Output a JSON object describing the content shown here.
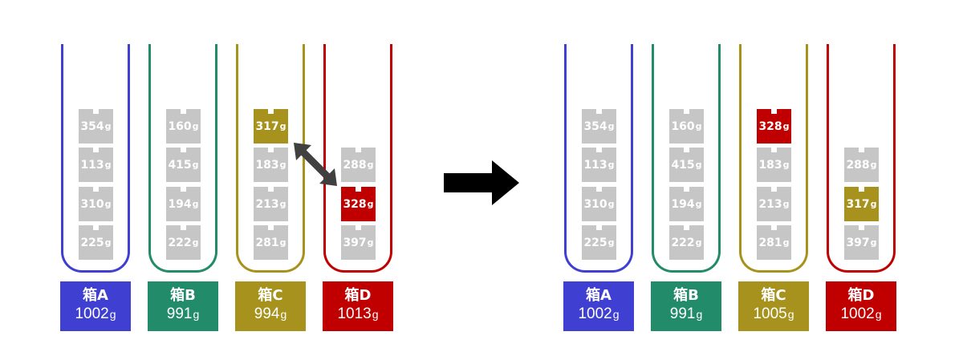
{
  "panels": [
    {
      "boxes": [
        {
          "name": "箱A",
          "total": "1002",
          "color": "#3f3fd2",
          "items": [
            {
              "value": "354"
            },
            {
              "value": "113"
            },
            {
              "value": "310"
            },
            {
              "value": "225"
            }
          ]
        },
        {
          "name": "箱B",
          "total": "991",
          "color": "#228b69",
          "items": [
            {
              "value": "160"
            },
            {
              "value": "415"
            },
            {
              "value": "194"
            },
            {
              "value": "222"
            }
          ]
        },
        {
          "name": "箱C",
          "total": "994",
          "color": "#a6921c",
          "items": [
            {
              "value": "317",
              "highlight": "#a6921c"
            },
            {
              "value": "183"
            },
            {
              "value": "213"
            },
            {
              "value": "281"
            }
          ]
        },
        {
          "name": "箱D",
          "total": "1013",
          "color": "#c00000",
          "items": [
            {
              "value": "288"
            },
            {
              "value": "328",
              "highlight": "#c00000"
            },
            {
              "value": "397"
            }
          ]
        }
      ]
    },
    {
      "boxes": [
        {
          "name": "箱A",
          "total": "1002",
          "color": "#3f3fd2",
          "items": [
            {
              "value": "354"
            },
            {
              "value": "113"
            },
            {
              "value": "310"
            },
            {
              "value": "225"
            }
          ]
        },
        {
          "name": "箱B",
          "total": "991",
          "color": "#228b69",
          "items": [
            {
              "value": "160"
            },
            {
              "value": "415"
            },
            {
              "value": "194"
            },
            {
              "value": "222"
            }
          ]
        },
        {
          "name": "箱C",
          "total": "1005",
          "color": "#a6921c",
          "items": [
            {
              "value": "328",
              "highlight": "#c00000"
            },
            {
              "value": "183"
            },
            {
              "value": "213"
            },
            {
              "value": "281"
            }
          ]
        },
        {
          "name": "箱D",
          "total": "1002",
          "color": "#c00000",
          "items": [
            {
              "value": "288"
            },
            {
              "value": "317",
              "highlight": "#a6921c"
            },
            {
              "value": "397"
            }
          ]
        }
      ]
    }
  ],
  "unit": "g",
  "icons": {
    "swap": "double-headed-diagonal-arrow-icon",
    "transition": "right-arrow-icon"
  },
  "arrow_color": "#404040"
}
